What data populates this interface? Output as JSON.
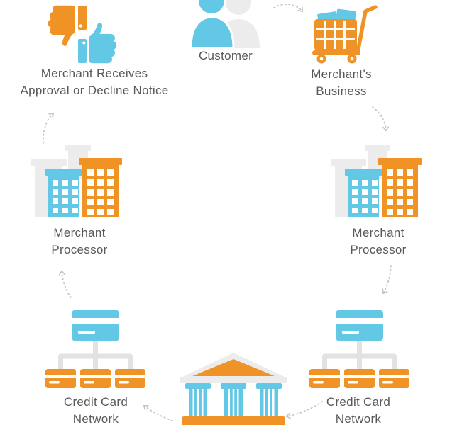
{
  "colors": {
    "blue": "#63c8e6",
    "orange": "#ef9327",
    "light_gray": "#ececec",
    "mid_gray": "#e2e2e2",
    "text": "#58595b",
    "arrow": "#c3c4c6"
  },
  "nodes": {
    "merchant_receives": {
      "label": "Merchant Receives\nApproval or Decline Notice",
      "icon": "thumbs-up-down-icon"
    },
    "customer": {
      "label": "Customer",
      "icon": "customer-people-icon"
    },
    "merchants_business": {
      "label": "Merchant's\nBusiness",
      "icon": "shopping-cart-icon"
    },
    "merchant_processor_right": {
      "label": "Merchant\nProcessor",
      "icon": "buildings-icon"
    },
    "credit_card_network_right": {
      "label": "Credit Card\nNetwork",
      "icon": "credit-card-network-icon"
    },
    "bank": {
      "icon": "bank-icon"
    },
    "credit_card_network_left": {
      "label": "Credit Card\nNetwork",
      "icon": "credit-card-network-icon"
    },
    "merchant_processor_left": {
      "label": "Merchant\nProcessor",
      "icon": "buildings-icon"
    }
  },
  "connections": [
    {
      "from": "customer",
      "to": "merchants_business"
    },
    {
      "from": "merchants_business",
      "to": "merchant_processor_right"
    },
    {
      "from": "merchant_processor_right",
      "to": "credit_card_network_right"
    },
    {
      "from": "credit_card_network_right",
      "to": "bank"
    },
    {
      "from": "bank",
      "to": "credit_card_network_left"
    },
    {
      "from": "credit_card_network_left",
      "to": "merchant_processor_left"
    },
    {
      "from": "merchant_processor_left",
      "to": "merchant_receives"
    }
  ]
}
